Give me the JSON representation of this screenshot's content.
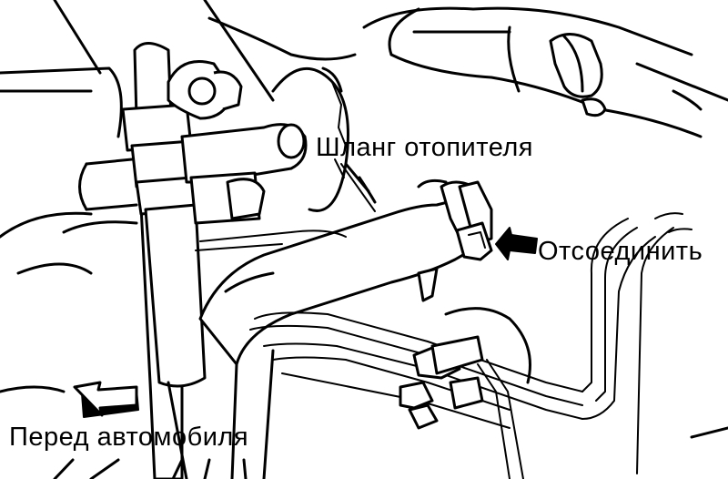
{
  "labels": {
    "heater_hose": "Шланг отопителя",
    "disconnect": "Отсоединить",
    "vehicle_front": "Перед автомобиля"
  },
  "colors": {
    "ink": "#000000",
    "paper": "#ffffff"
  }
}
